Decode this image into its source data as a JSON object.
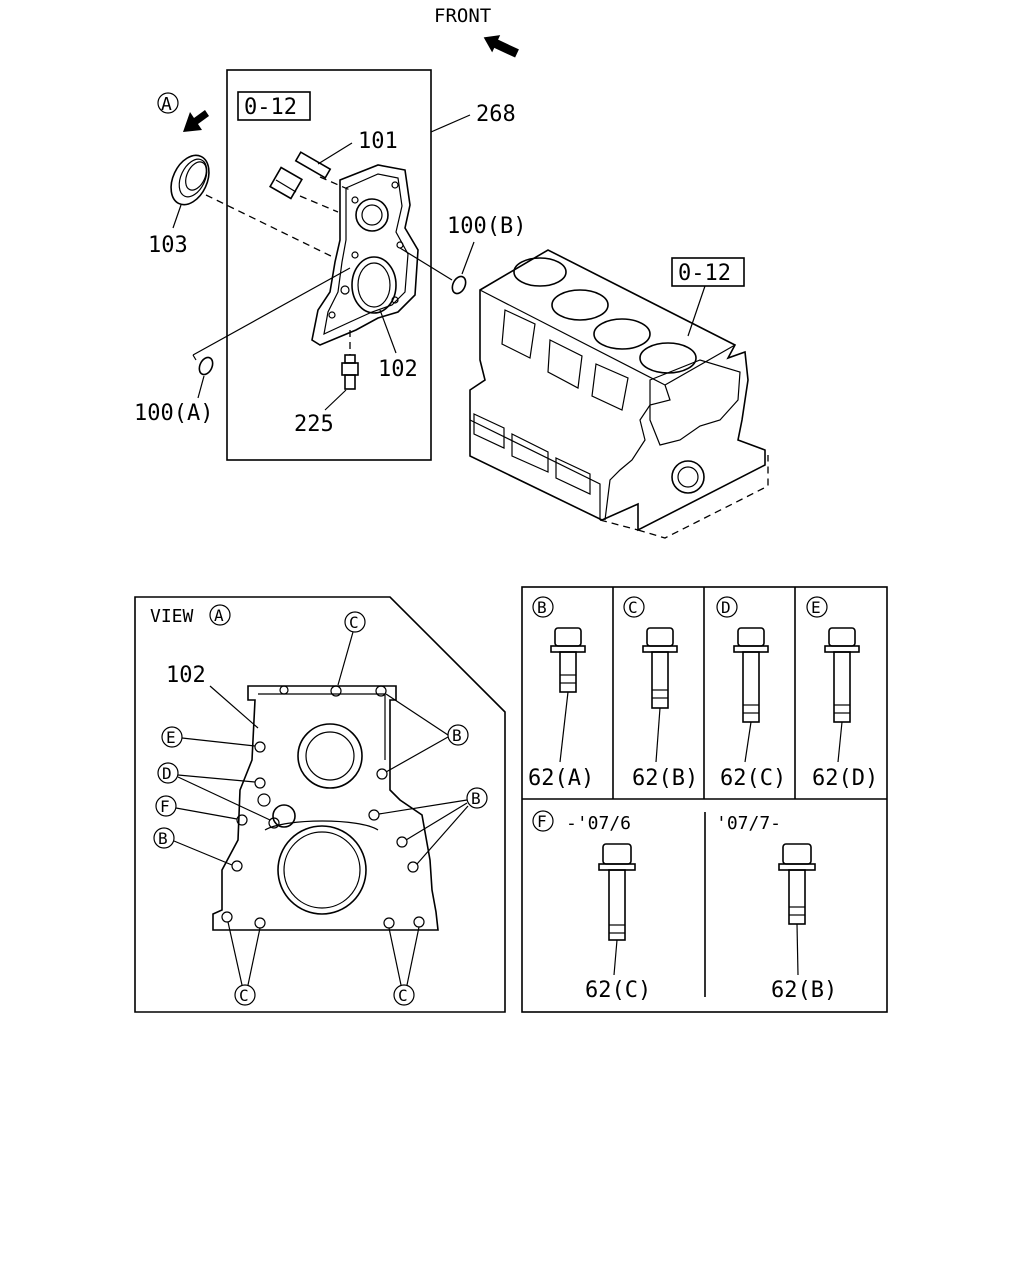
{
  "front_label": "FRONT",
  "ref_code_1": "0-12",
  "ref_code_2": "0-12",
  "view_marker": "A",
  "callouts": {
    "p268": "268",
    "p101": "101",
    "p103": "103",
    "p100b": "100(B)",
    "p102": "102",
    "p100a": "100(A)",
    "p225": "225"
  },
  "view_panel": {
    "title": "VIEW",
    "title_marker": "A",
    "part_label": "102",
    "markers": {
      "c_top": "C",
      "b_upper": "B",
      "e": "E",
      "d": "D",
      "f": "F",
      "b_left": "B",
      "b_right": "B",
      "c_bottom_left": "C",
      "c_bottom_right": "C"
    }
  },
  "bolt_table": {
    "cells": [
      {
        "marker": "B",
        "label": "62(A)"
      },
      {
        "marker": "C",
        "label": "62(B)"
      },
      {
        "marker": "D",
        "label": "62(C)"
      },
      {
        "marker": "E",
        "label": "62(D)"
      }
    ],
    "bottom": {
      "marker": "F",
      "range_left": "-'07/6",
      "range_right": "'07/7-",
      "label_left": "62(C)",
      "label_right": "62(B)"
    }
  }
}
